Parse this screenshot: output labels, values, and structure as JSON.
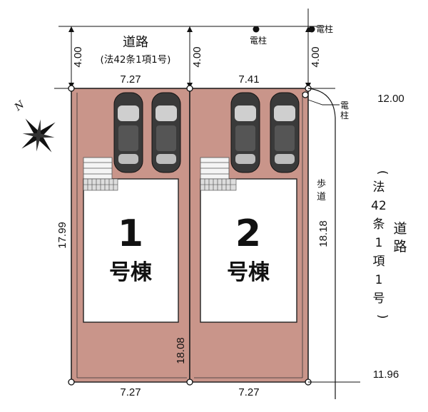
{
  "road_top": {
    "label": "道路",
    "legal": "(法42条1項1号)",
    "depth_left": "4.00",
    "depth_mid": "4.00",
    "depth_right": "4.00"
  },
  "utility_poles": {
    "pole_label": "電柱"
  },
  "lot1": {
    "number": "1",
    "building": "号棟",
    "top_width": "7.27",
    "bottom_width": "7.27",
    "left_depth": "17.99",
    "right_depth": "18.08"
  },
  "lot2": {
    "number": "2",
    "building": "号棟",
    "top_width": "7.41",
    "bottom_width": "7.27",
    "right_depth": "18.18"
  },
  "sidewalk": {
    "label_1": "歩",
    "label_2": "道"
  },
  "road_right": {
    "label_1": "道",
    "label_2": "路",
    "legal_open": "(",
    "legal_chars": [
      "法",
      "42",
      "条",
      "1",
      "項",
      "1",
      "号"
    ],
    "legal_close": ")",
    "width_top": "12.00",
    "width_bottom": "11.96"
  },
  "compass": {
    "north": "N"
  },
  "colors": {
    "lot_fill": "#c9958a",
    "building_fill": "#ffffff",
    "line": "#222222",
    "car_body": "#3a3a3a",
    "car_glass": "#cfcfcf"
  }
}
